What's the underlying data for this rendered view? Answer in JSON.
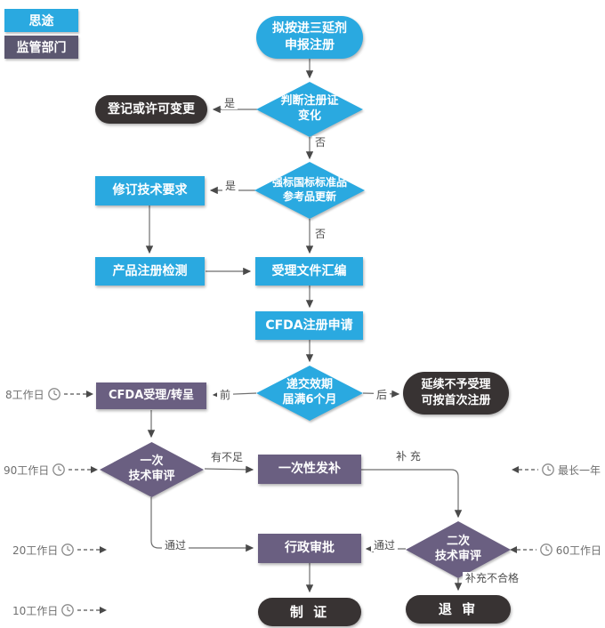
{
  "legend": {
    "situ": "思途",
    "regulator": "监管部门"
  },
  "nodes": {
    "start": {
      "line1": "拟按进三延剂",
      "line2": "申报注册"
    },
    "d1": {
      "line1": "判断注册证",
      "line2": "变化"
    },
    "t1": "登记或许可变更",
    "d2": {
      "line1": "强标国标标准品",
      "line2": "参考品更新"
    },
    "r1": "修订技术要求",
    "r2": "产品注册检测",
    "r3": "受理文件汇编",
    "r4": "CFDA注册申请",
    "d3": {
      "line1": "递交效期",
      "line2": "届满6个月"
    },
    "r5": "CFDA受理/转呈",
    "t2": {
      "line1": "延续不予受理",
      "line2": "可按首次注册"
    },
    "d4": {
      "line1": "一次",
      "line2": "技术审评"
    },
    "r6": "一次性发补",
    "r7": "行政审批",
    "d5": {
      "line1": "二次",
      "line2": "技术审评"
    },
    "t3": "制 证",
    "t4": "退 审"
  },
  "edge_labels": {
    "yes1": "是",
    "no1": "否",
    "yes2": "是",
    "no2": "否",
    "before": "前",
    "after": "后",
    "insufficient": "有不足",
    "supplement": "补 充",
    "pass1": "通过",
    "pass2": "通过",
    "supplement_fail": "补充不合格"
  },
  "timeline": {
    "left": [
      {
        "label": "8工作日"
      },
      {
        "label": "90工作日"
      },
      {
        "label": "20工作日"
      },
      {
        "label": "10工作日"
      }
    ],
    "right": [
      {
        "label": "最长一年"
      },
      {
        "label": "60工作日"
      }
    ]
  },
  "colors": {
    "cyan": "#2aa9e0",
    "purple": "#6a5f81",
    "dark": "#383333",
    "legend_purple": "#5b5770",
    "line": "#6e6e6e"
  }
}
